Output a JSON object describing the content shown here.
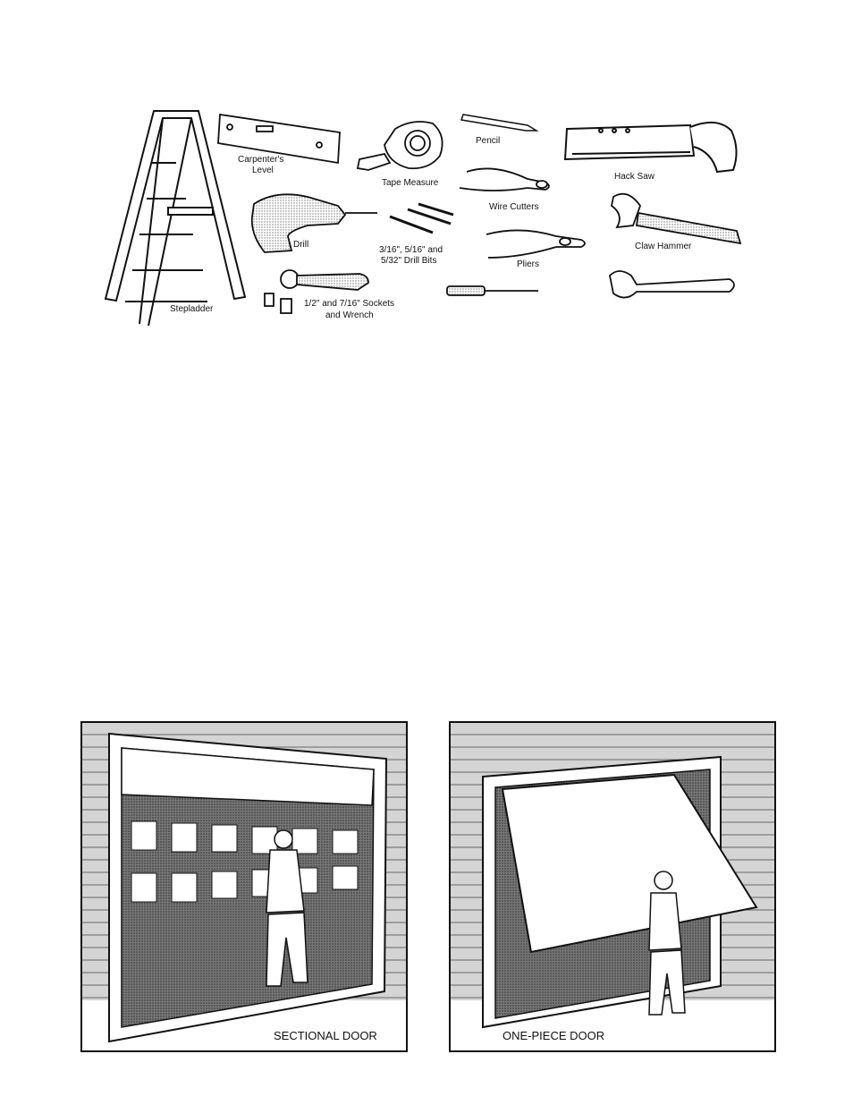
{
  "tools": {
    "stepladder": "Stepladder",
    "level_line1": "Carpenter's",
    "level_line2": "Level",
    "tape_measure": "Tape Measure",
    "pencil": "Pencil",
    "hack_saw": "Hack Saw",
    "wire_cutters": "Wire Cutters",
    "drill": "Drill",
    "drill_bits_line1": "3/16\", 5/16\" and",
    "drill_bits_line2": "5/32\" Drill Bits",
    "pliers": "Pliers",
    "claw_hammer": "Claw Hammer",
    "sockets_line1": "1/2\" and 7/16\" Sockets",
    "sockets_line2": "and Wrench"
  },
  "doors": {
    "sectional": "SECTIONAL DOOR",
    "one_piece": "ONE-PIECE DOOR"
  }
}
